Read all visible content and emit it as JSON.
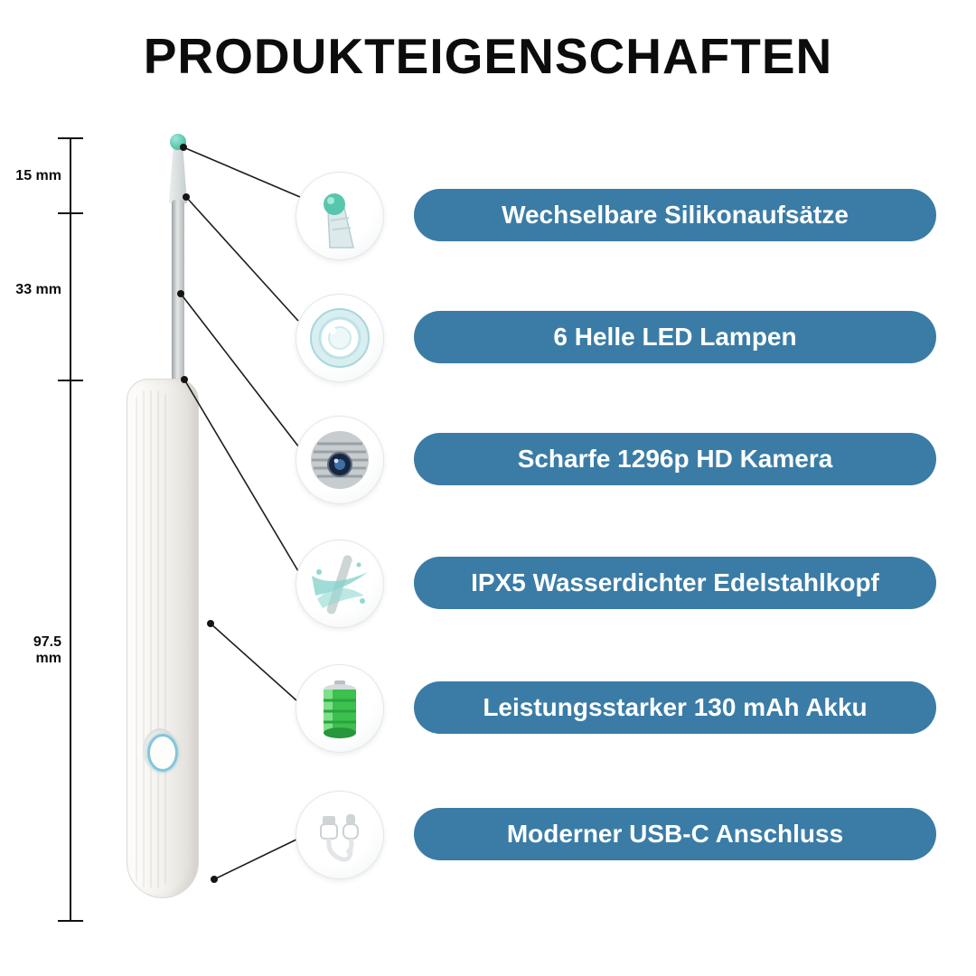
{
  "title": "PRODUKTEIGENSCHAFTEN",
  "measurements": [
    {
      "label": "15 mm"
    },
    {
      "label": "33 mm"
    },
    {
      "label": "97.5 mm"
    }
  ],
  "features": [
    {
      "label": "Wechselbare Silikonaufsätze",
      "icon": "silicone-tip-icon"
    },
    {
      "label": "6 Helle LED Lampen",
      "icon": "led-ring-icon"
    },
    {
      "label": "Scharfe 1296p HD Kamera",
      "icon": "camera-lens-icon"
    },
    {
      "label": "IPX5 Wasserdichter Edelstahlkopf",
      "icon": "water-splash-icon"
    },
    {
      "label": "Leistungsstarker 130 mAh Akku",
      "icon": "battery-icon"
    },
    {
      "label": "Moderner USB-C Anschluss",
      "icon": "usb-cable-icon"
    }
  ],
  "colors": {
    "banner_blue": "#3a7ca6",
    "accent_teal": "#57c6ad",
    "ink": "#111111"
  }
}
